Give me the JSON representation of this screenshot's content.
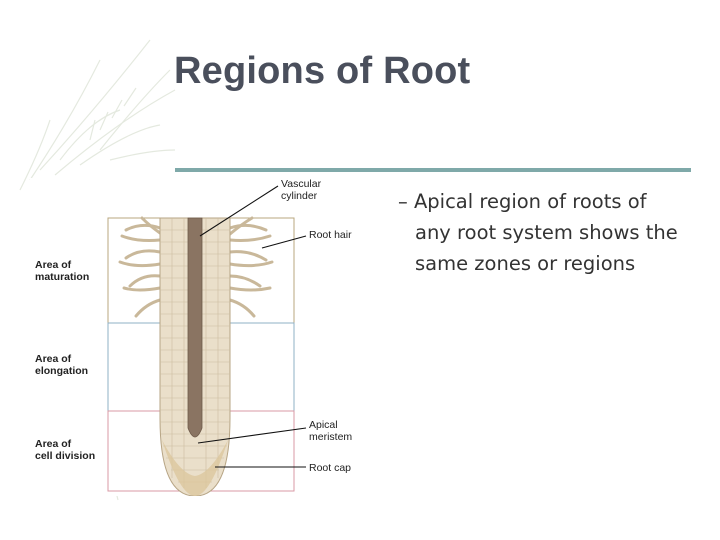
{
  "slide": {
    "title": "Regions of Root",
    "bullet": {
      "dash": "–",
      "lines": [
        "Apical region of roots of",
        "any root system shows the",
        "same zones or regions"
      ]
    }
  },
  "figure": {
    "zones": [
      {
        "line1": "Area of",
        "line2": "maturation"
      },
      {
        "line1": "Area of",
        "line2": "elongation"
      },
      {
        "line1": "Area of",
        "line2": "cell division"
      }
    ],
    "callouts": {
      "vascular_cylinder": [
        "Vascular",
        "cylinder"
      ],
      "root_hair": "Root hair",
      "apical_meristem": [
        "Apical",
        "meristem"
      ],
      "root_cap": "Root cap"
    },
    "colors": {
      "maturation_box": "#b9a77f",
      "elongation_box": "#8fb0c4",
      "division_box": "#d99aa6",
      "vascular": "#8a7462",
      "cortex": "#e8dcc6",
      "accent_rule": "#7fa9a9"
    }
  }
}
